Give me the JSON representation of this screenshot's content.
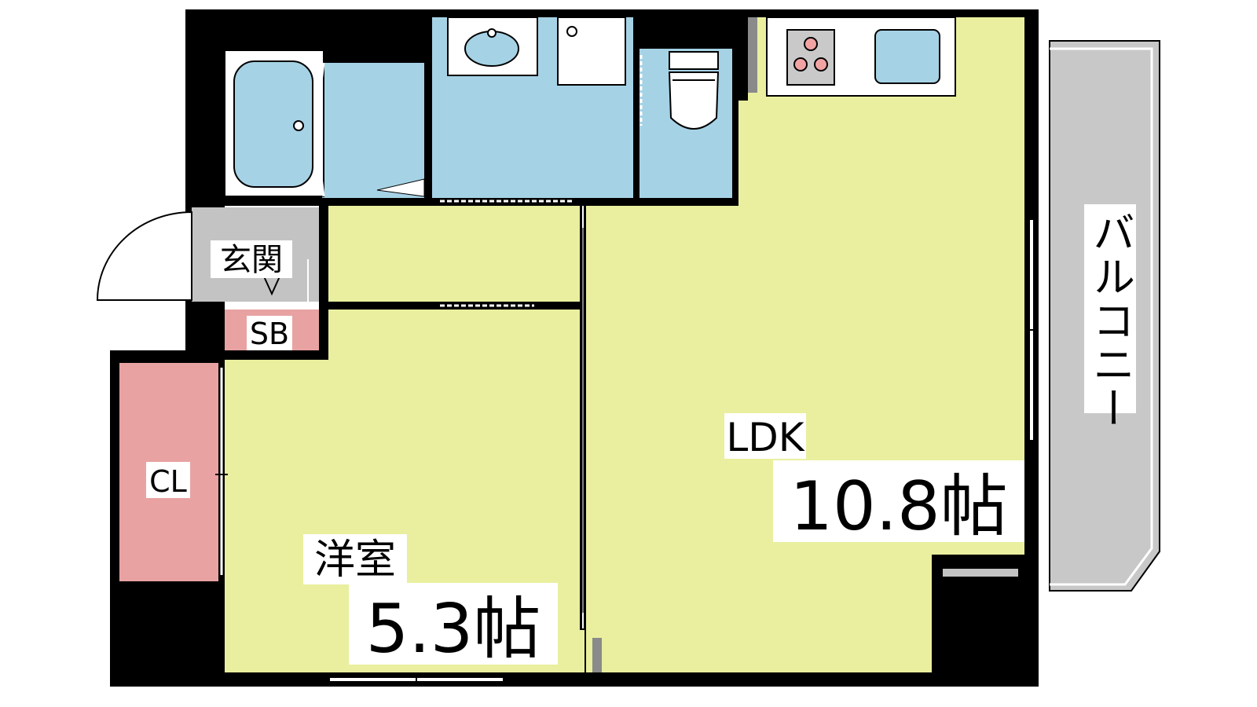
{
  "rooms": {
    "ldk": {
      "name": "LDK",
      "size": "10.8帖"
    },
    "western": {
      "name": "洋室",
      "size": "5.3帖"
    },
    "entrance": {
      "name": "玄関"
    },
    "shoe_box": {
      "name": "SB"
    },
    "closet": {
      "name": "CL"
    },
    "balcony": {
      "name": "バルコニー"
    }
  },
  "colors": {
    "room_floor": "#e9ef9e",
    "wet_area": "#a6d2e5",
    "storage": "#e8a2a2",
    "entrance": "#c3c3c3",
    "balcony": "#c8c8c8",
    "wall": "#000000",
    "stove_burner": "#f1a3a3"
  }
}
